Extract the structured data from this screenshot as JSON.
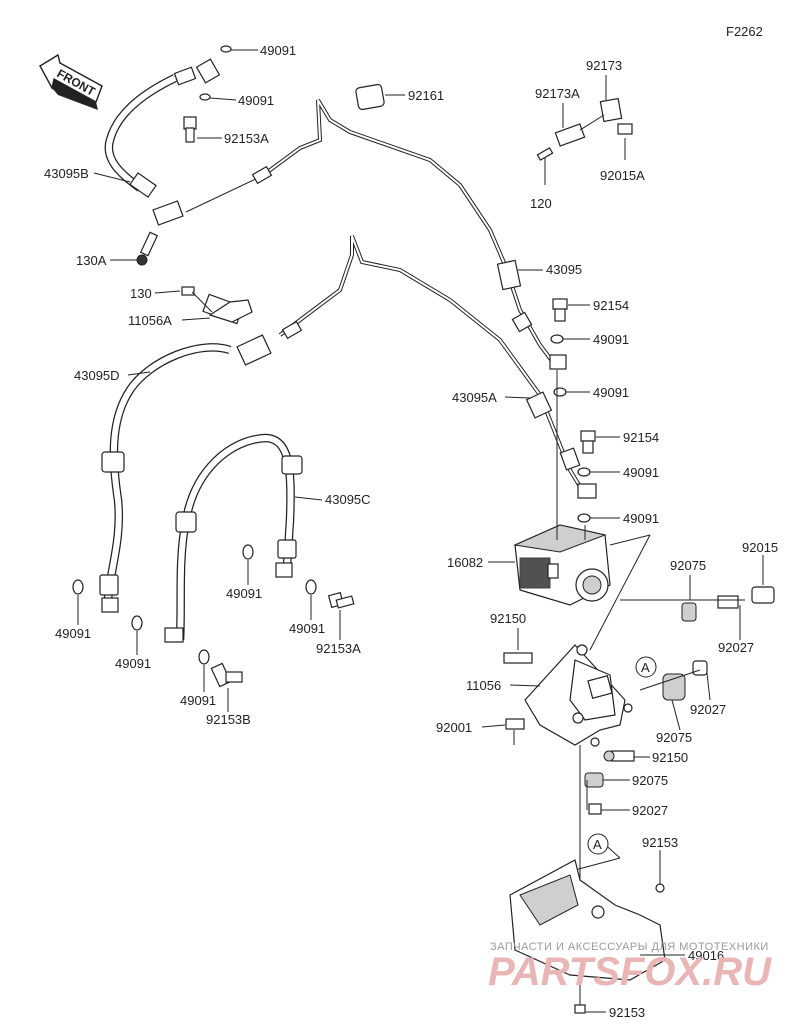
{
  "diagram": {
    "code": "F2262",
    "front_label": "FRONT",
    "watermark_top": "ЗАПЧАСТИ И АКСЕССУАРЫ ДЛЯ МОТОТЕХНИКИ",
    "watermark_big": "PARTSFOX.RU",
    "callout_marker": "A",
    "labels": {
      "p49091_a": "49091",
      "p49091_b": "49091",
      "p92153A_a": "92153A",
      "p43095B": "43095B",
      "p130A": "130A",
      "p92161": "92161",
      "p92173": "92173",
      "p92173A": "92173A",
      "p120": "120",
      "p92015A": "92015A",
      "p130": "130",
      "p11056A": "11056A",
      "p43095D": "43095D",
      "p43095": "43095",
      "p92154_a": "92154",
      "p49091_c": "49091",
      "p49091_d": "49091",
      "p43095A": "43095A",
      "p92154_b": "92154",
      "p49091_e": "49091",
      "p49091_f": "49091",
      "p43095C": "43095C",
      "p16082": "16082",
      "p92075_a": "92075",
      "p92015": "92015",
      "p49091_g": "49091",
      "p49091_h": "49091",
      "p49091_i": "49091",
      "p92153A_b": "92153A",
      "p92150_a": "92150",
      "p92027_a": "92027",
      "p11056": "11056",
      "p92075_b": "92075",
      "p92027_b": "92027",
      "p49091_j": "49091",
      "p92153B": "92153B",
      "p92001": "92001",
      "p92150_b": "92150",
      "p92075_c": "92075",
      "p92027_c": "92027",
      "p92153_a": "92153",
      "p49016": "49016",
      "p92153_b": "92153"
    }
  }
}
